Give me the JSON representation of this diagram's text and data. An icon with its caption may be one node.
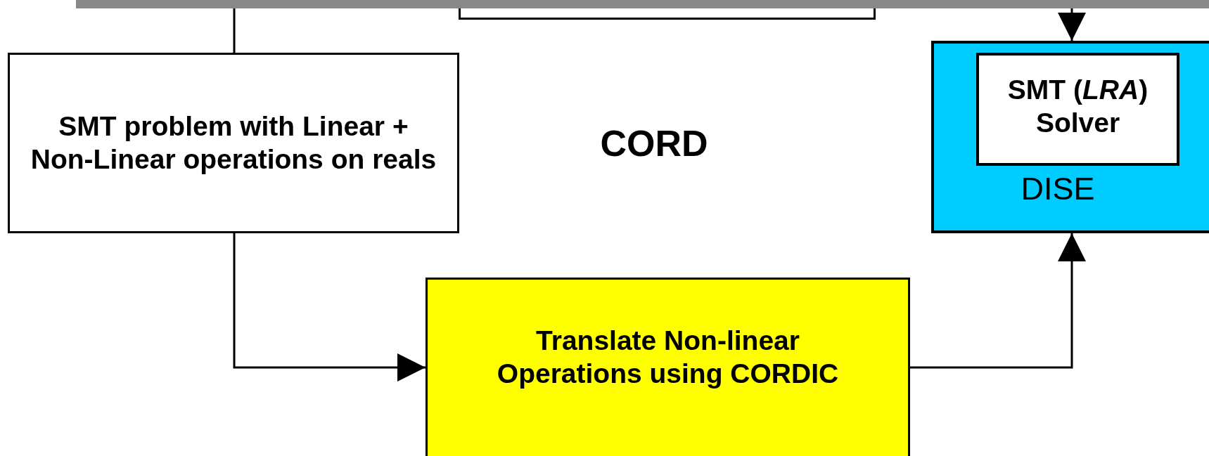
{
  "diagram": {
    "nodes": [
      {
        "text": [],
        "shape": "bar"
      },
      {
        "text": [],
        "shape": "box"
      },
      {
        "text": [
          "SMT problem with Linear + Non-Linear operations on reals"
        ]
      },
      {
        "text": [
          "DISE"
        ]
      },
      {
        "text": [
          "SMT (*LRA*) Solver"
        ],
        "in": 3
      },
      {
        "text": [
          "Translate Non-linear Operations using CORDIC"
        ]
      }
    ],
    "edges": [
      {
        "from": 0,
        "to": 2,
        "arrow": "none"
      },
      {
        "from": 0,
        "to": 3,
        "arrow": "to"
      },
      {
        "from": 2,
        "to": 5,
        "arrow": "to"
      },
      {
        "from": 5,
        "to": 3,
        "arrow": "to"
      }
    ],
    "labels": [
      "CORD"
    ]
  }
}
